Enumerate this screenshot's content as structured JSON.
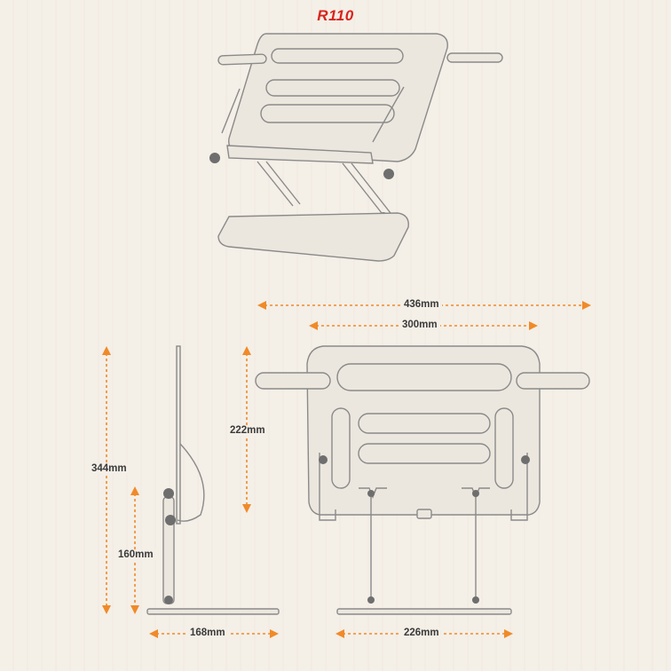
{
  "product": {
    "model": "R110"
  },
  "dimensions": {
    "total_width": "436mm",
    "tray_width": "300mm",
    "tray_height": "222mm",
    "max_height": "344mm",
    "min_height": "160mm",
    "base_depth": "168mm",
    "base_width": "226mm"
  },
  "colors": {
    "title": "#d8241c",
    "arrow": "#f08a28",
    "outline": "#8a8a8a"
  }
}
